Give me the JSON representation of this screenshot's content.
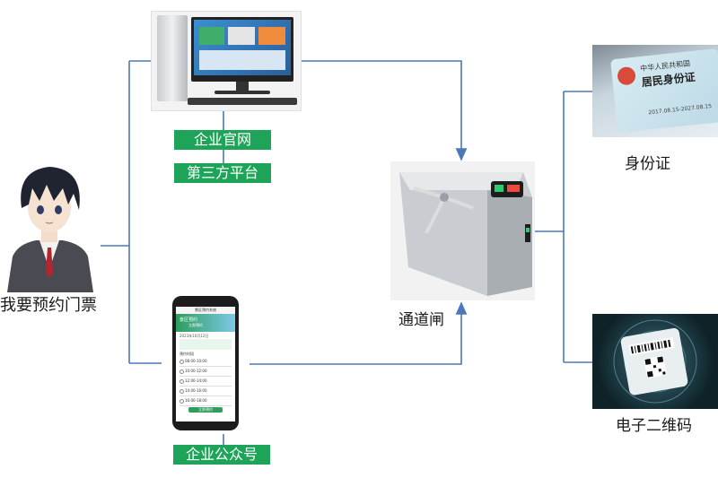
{
  "person": {
    "caption": "我要预约门票"
  },
  "computer": {
    "label_official": "企业官网",
    "label_third": "第三方平台"
  },
  "phone": {
    "label": "企业公众号",
    "app_title": "景区预约系统",
    "banner": "景区预约",
    "banner_sub": "立即预约",
    "date_line": "2023年10月12日",
    "section_title": "预约时段",
    "slots": [
      "08:00-10:00",
      "10:00-12:00",
      "12:00-14:00",
      "14:00-16:00",
      "16:00-18:00"
    ],
    "button": "立即预约"
  },
  "gate": {
    "label": "通道闸"
  },
  "id_card": {
    "label": "身份证",
    "title_line1": "中华人民共和国",
    "title_line2": "居民身份证",
    "validity": "2017.08.15-2027.08.15"
  },
  "qr": {
    "label": "电子二维码"
  },
  "colors": {
    "line": "#4a78b8",
    "arrow": "#4a78b8",
    "green": "#1ea458"
  }
}
